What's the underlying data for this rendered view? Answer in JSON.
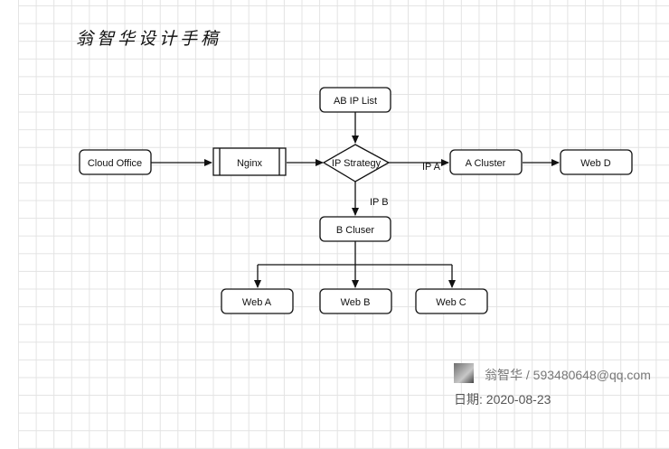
{
  "title": "翁智华设计手稿",
  "nodes": {
    "ab_ip_list": "AB IP List",
    "cloud_office": "Cloud Office",
    "nginx": "Nginx",
    "ip_strategy": "IP Strategy",
    "a_cluster": "A Cluster",
    "web_d": "Web D",
    "b_cluser": "B Cluser",
    "web_a": "Web A",
    "web_b": "Web B",
    "web_c": "Web C"
  },
  "edges": {
    "ip_a": "IP A",
    "ip_b": "IP B"
  },
  "footer": {
    "author": "翁智华 / 593480648@qq.com",
    "date": "日期:  2020-08-23"
  }
}
